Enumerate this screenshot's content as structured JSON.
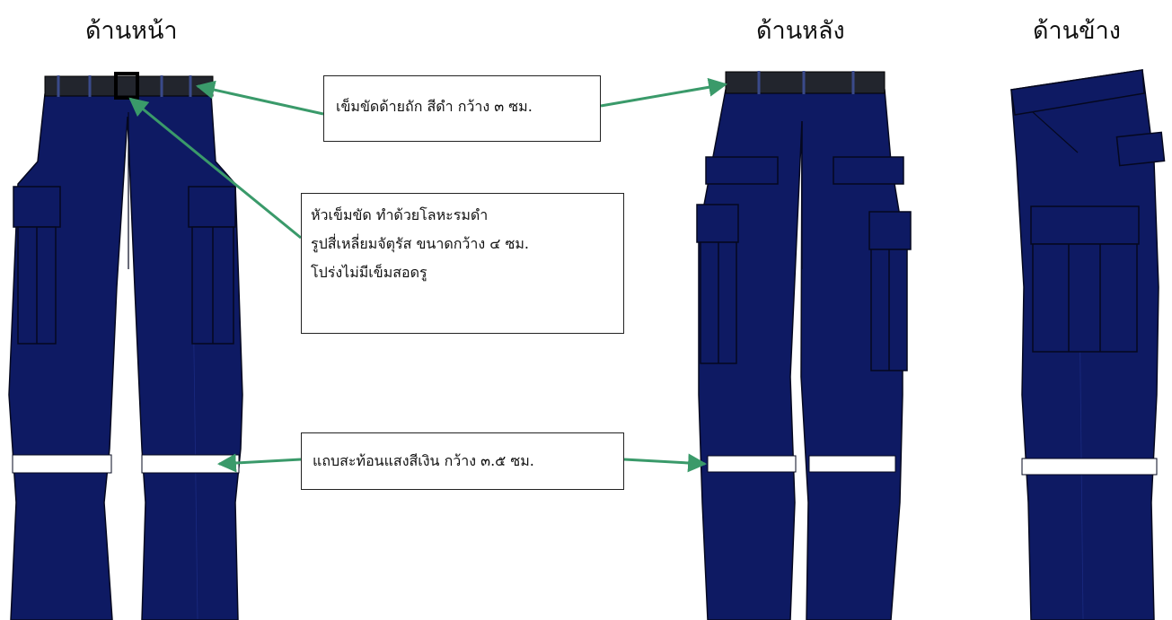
{
  "views": {
    "front": "ด้านหน้า",
    "back": "ด้านหลัง",
    "side": "ด้านข้าง"
  },
  "callouts": {
    "belt": "เข็มขัดด้ายถัก สีดำ กว้าง ๓ ซม.",
    "buckle": [
      "หัวเข็มขัด ทำด้วยโลหะรมดำ",
      "รูปสี่เหลี่ยมจัตุรัส ขนาดกว้าง ๔ ซม.",
      "โปร่งไม่มีเข็มสอดรู"
    ],
    "reflective": "แถบสะท้อนแสงสีเงิน กว้าง ๓.๕ ซม."
  },
  "colors": {
    "fabric": "#0e1a63",
    "belt": "#22252d",
    "reflective": "#ffffff",
    "arrow": "#3a9a6a"
  }
}
